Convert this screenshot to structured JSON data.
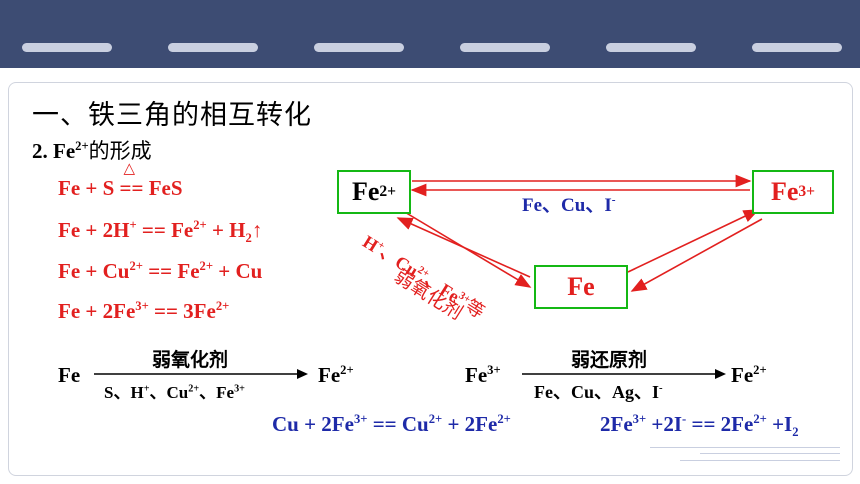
{
  "heading": "一、铁三角的相互转化",
  "subheading": {
    "num": "2. Fe",
    "sup": "2+",
    "text": "的形成"
  },
  "reactions": {
    "r1": {
      "a": "Fe + S ",
      "eq": "==",
      "cond": "△",
      "b": " FeS"
    },
    "r2": {
      "a": "Fe + 2H",
      "a_sup": "+",
      "b": " == Fe",
      "b_sup": "2+",
      "c": " + H",
      "c_sub": "2",
      "d": "↑"
    },
    "r3": {
      "a": "Fe + Cu",
      "a_sup": "2+",
      "b": " == Fe",
      "b_sup": "2+",
      "c": " + Cu"
    },
    "r4": {
      "a": "Fe + 2Fe",
      "a_sup": "3+",
      "b": " == 3Fe",
      "b_sup": "2+"
    }
  },
  "triangle": {
    "fe2": {
      "base": "Fe",
      "sup": "2+"
    },
    "fe3": {
      "base": "Fe",
      "sup": "3+"
    },
    "fe": "Fe",
    "top_label": {
      "text": "Fe、Cu、I",
      "sup": "-"
    },
    "diag_label_1": {
      "a": "H",
      "a_sup": "+",
      "b": "、Cu",
      "b_sup": "2+",
      "c": "、Fe",
      "c_sup": "3+",
      "d": "等"
    },
    "diag_label_2": "弱氧化剂"
  },
  "eq_left": {
    "from": "Fe",
    "above": "弱氧化剂",
    "below": {
      "a": "S、H",
      "a_sup": "+",
      "b": "、Cu",
      "b_sup": "2+",
      "c": "、Fe",
      "c_sup": "3+"
    },
    "to": {
      "base": "Fe",
      "sup": "2+"
    }
  },
  "eq_right": {
    "from": {
      "base": "Fe",
      "sup": "3+"
    },
    "above": "弱还原剂",
    "below": {
      "text": "Fe、Cu、Ag、I",
      "sup": "-"
    },
    "to": {
      "base": "Fe",
      "sup": "2+"
    }
  },
  "bottom": {
    "left": {
      "a": "Cu + 2Fe",
      "a_sup": "3+",
      "b": " == Cu",
      "b_sup": "2+",
      "c": " + 2Fe",
      "c_sup": "2+"
    },
    "right": {
      "a": "2Fe",
      "a_sup": "3+",
      "b": " +2I",
      "b_sup": "-",
      "c": " == 2Fe",
      "c_sup": "2+",
      "d": " +I",
      "d_sub": "2"
    }
  },
  "colors": {
    "header": "#3d4c73",
    "red": "#e2201f",
    "blue": "#1e2aa8",
    "box_border": "#14b814"
  }
}
